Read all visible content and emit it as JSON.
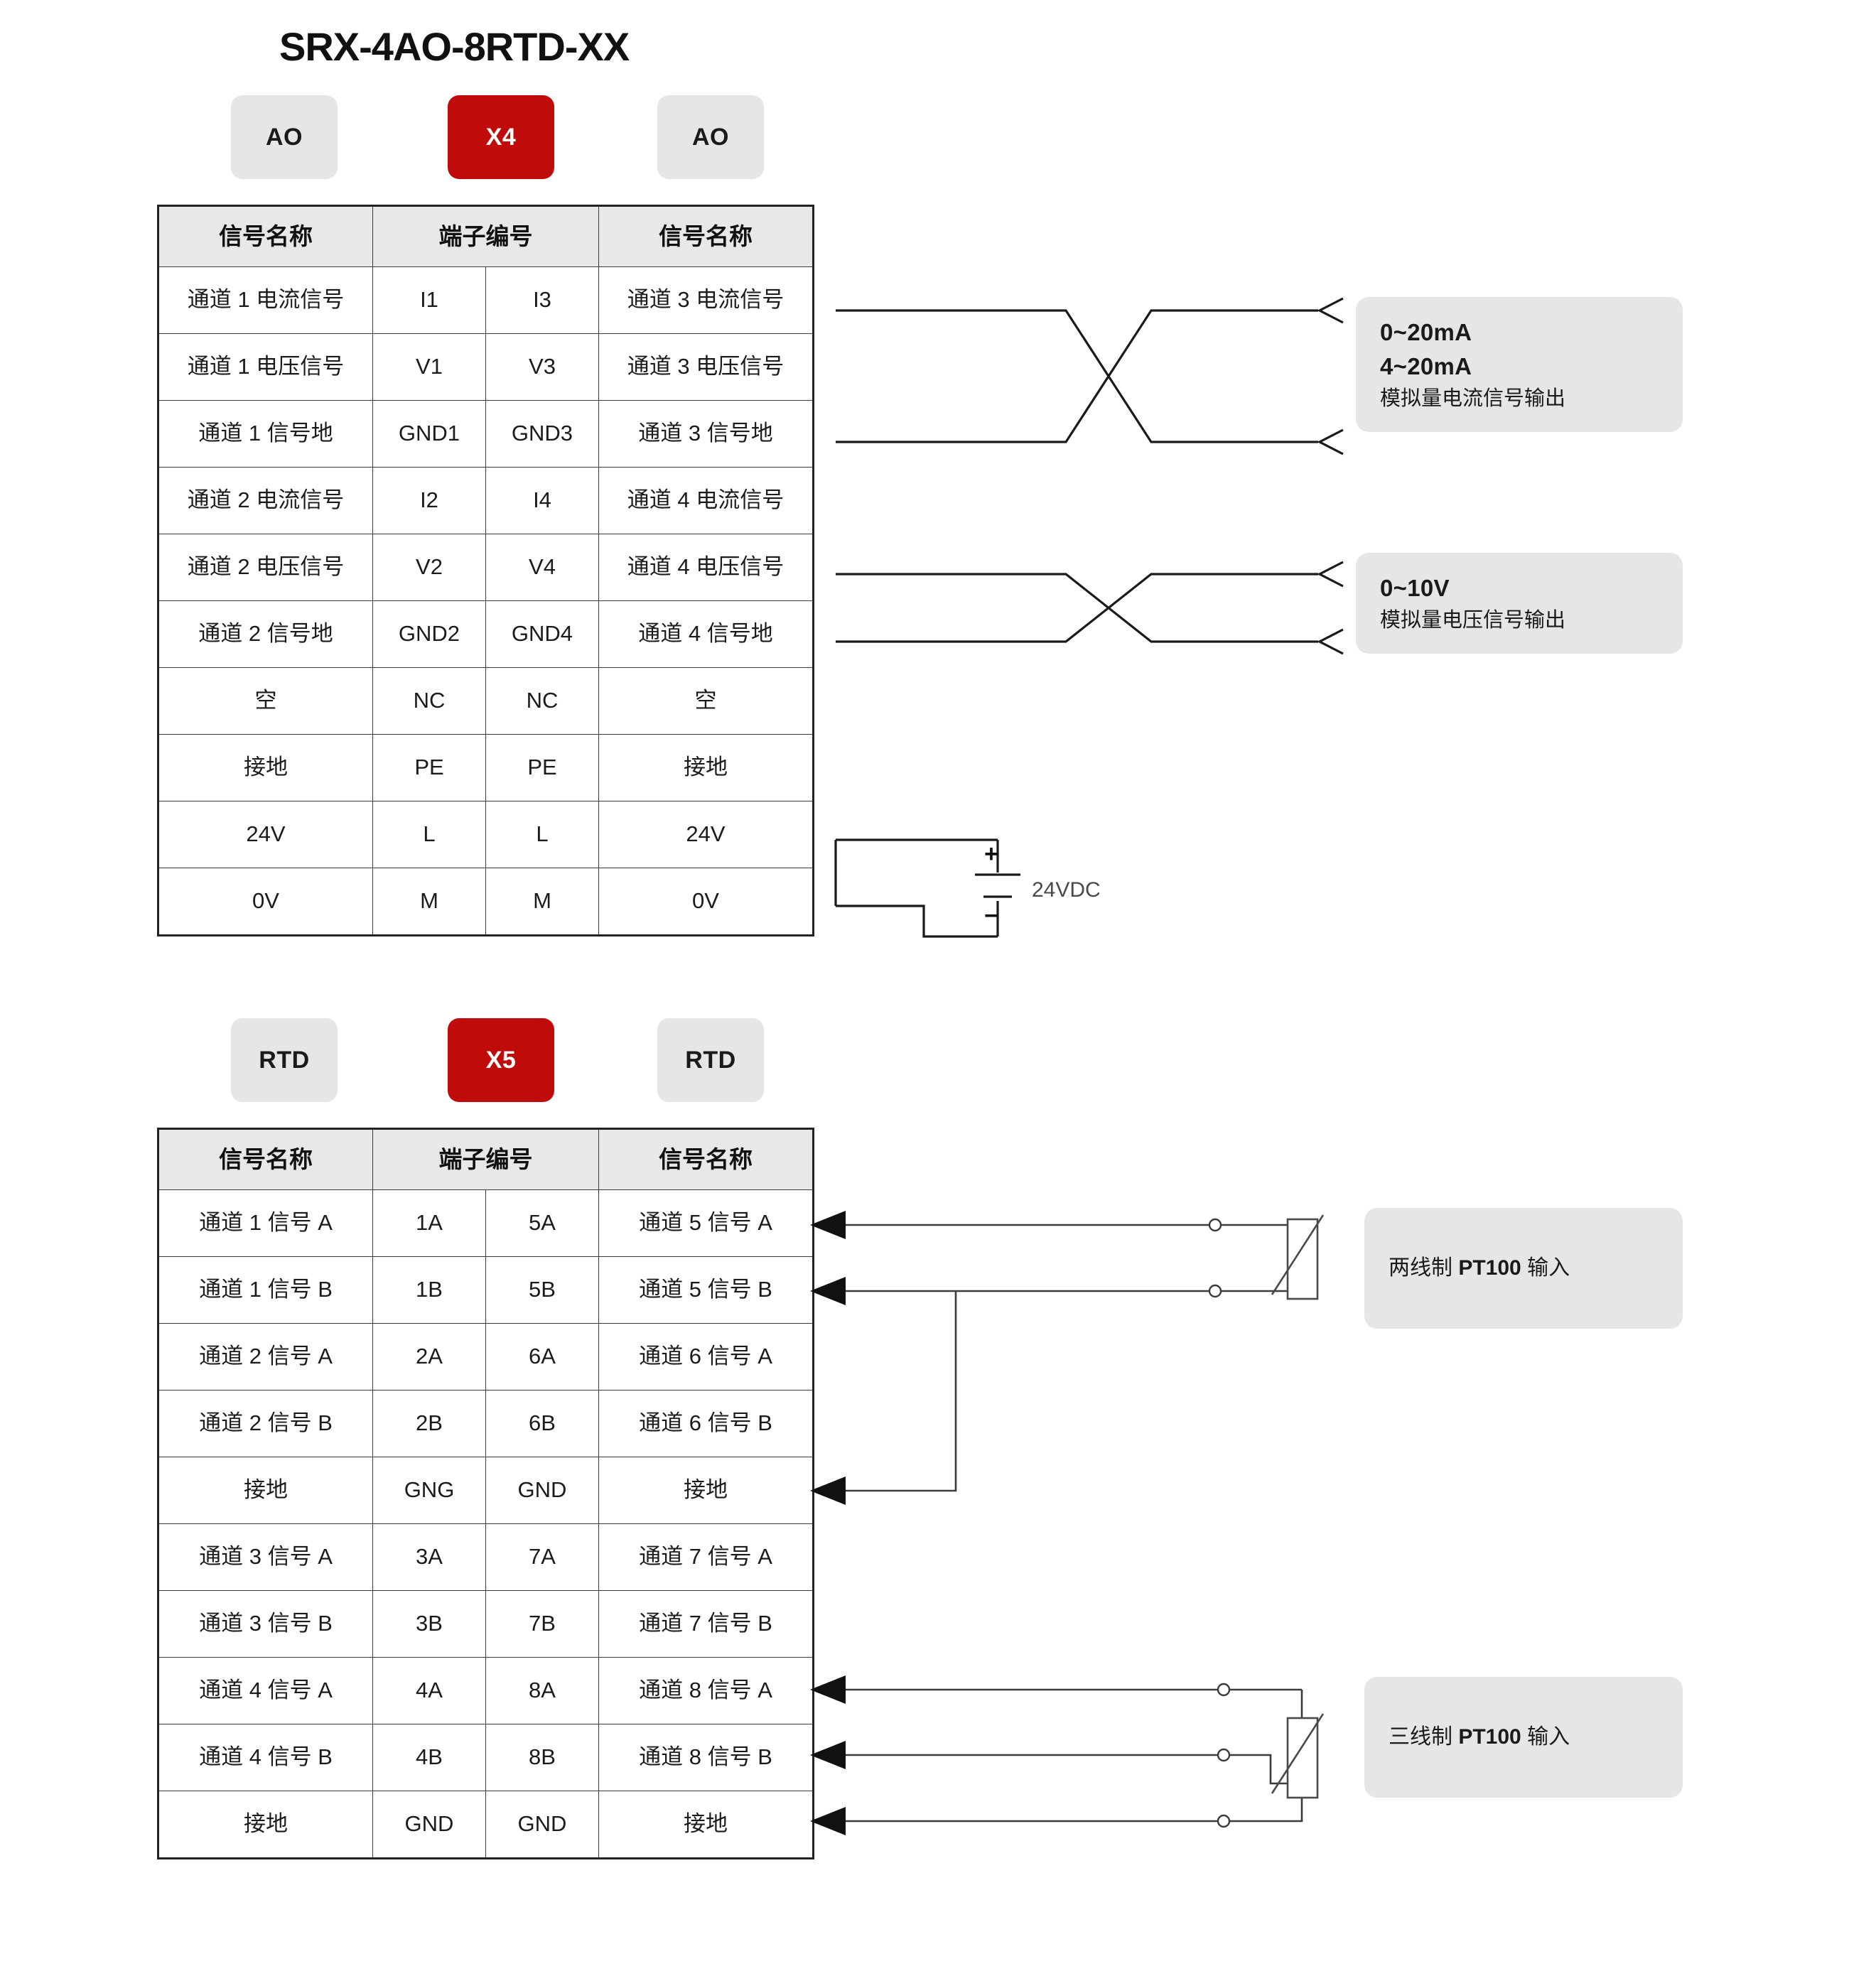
{
  "title": "SRX-4AO-8RTD-XX",
  "section1": {
    "badges": [
      {
        "label": "AO",
        "style": "grey"
      },
      {
        "label": "X4",
        "style": "red"
      },
      {
        "label": "AO",
        "style": "grey"
      }
    ],
    "table": {
      "headers": [
        "信号名称",
        "端子编号",
        "端子编号",
        "信号名称"
      ],
      "rows": [
        [
          "通道 1 电流信号",
          "I1",
          "I3",
          "通道 3 电流信号"
        ],
        [
          "通道 1 电压信号",
          "V1",
          "V3",
          "通道 3 电压信号"
        ],
        [
          "通道 1 信号地",
          "GND1",
          "GND3",
          "通道 3 信号地"
        ],
        [
          "通道 2 电流信号",
          "I2",
          "I4",
          "通道 4 电流信号"
        ],
        [
          "通道 2 电压信号",
          "V2",
          "V4",
          "通道 4 电压信号"
        ],
        [
          "通道 2 信号地",
          "GND2",
          "GND4",
          "通道 4 信号地"
        ],
        [
          "空",
          "NC",
          "NC",
          "空"
        ],
        [
          "接地",
          "PE",
          "PE",
          "接地"
        ],
        [
          "24V",
          "L",
          "L",
          "24V"
        ],
        [
          "0V",
          "M",
          "M",
          "0V"
        ]
      ]
    },
    "note_current": {
      "line1": "0~20mA",
      "line2": "4~20mA",
      "line3": "模拟量电流信号输出"
    },
    "note_voltage": {
      "line1": "0~10V",
      "line2": "模拟量电压信号输出"
    },
    "power": {
      "label": "24VDC",
      "plus": "+",
      "minus": "-"
    }
  },
  "section2": {
    "badges": [
      {
        "label": "RTD",
        "style": "grey"
      },
      {
        "label": "X5",
        "style": "red"
      },
      {
        "label": "RTD",
        "style": "grey"
      }
    ],
    "table": {
      "headers": [
        "信号名称",
        "端子编号",
        "端子编号",
        "信号名称"
      ],
      "rows": [
        [
          "通道 1 信号 A",
          "1A",
          "5A",
          "通道 5 信号 A"
        ],
        [
          "通道 1 信号 B",
          "1B",
          "5B",
          "通道 5 信号 B"
        ],
        [
          "通道 2 信号 A",
          "2A",
          "6A",
          "通道 6 信号 A"
        ],
        [
          "通道 2 信号 B",
          "2B",
          "6B",
          "通道 6 信号 B"
        ],
        [
          "接地",
          "GNG",
          "GND",
          "接地"
        ],
        [
          "通道 3 信号 A",
          "3A",
          "7A",
          "通道 7 信号 A"
        ],
        [
          "通道 3 信号 B",
          "3B",
          "7B",
          "通道 7 信号 B"
        ],
        [
          "通道 4 信号 A",
          "4A",
          "8A",
          "通道 8 信号 A"
        ],
        [
          "通道 4 信号 B",
          "4B",
          "8B",
          "通道 8 信号 B"
        ],
        [
          "接地",
          "GND",
          "GND",
          "接地"
        ]
      ]
    },
    "note_two_wire": {
      "prefix": "两线制 ",
      "bold": "PT100",
      "suffix": " 输入"
    },
    "note_three_wire": {
      "prefix": "三线制 ",
      "bold": "PT100",
      "suffix": " 输入"
    }
  },
  "colors": {
    "accent_red": "#c00b0b",
    "badge_grey": "#e6e6e6",
    "header_grey": "#e8e8e8",
    "line": "#1a1a1a"
  }
}
